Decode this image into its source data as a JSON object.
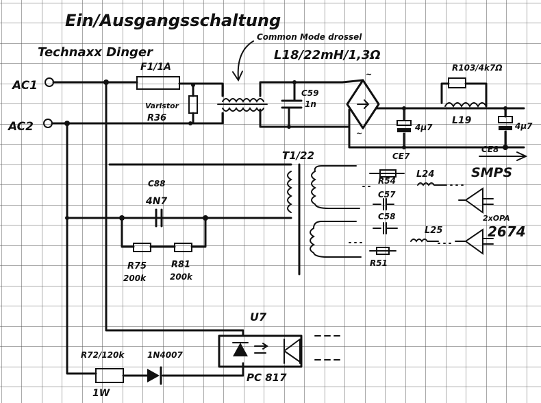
{
  "title": "Ein/Ausgangsschaltung",
  "subtitle": "Technaxx Dinger",
  "inputs": {
    "ac1": "AC1",
    "ac2": "AC2"
  },
  "fuse": "F1/1A",
  "varistor": {
    "name": "Varistor",
    "ref": "R36"
  },
  "choke": {
    "note": "Common Mode drossel",
    "spec": "L18/22mH/1,3Ω"
  },
  "c59": {
    "ref": "C59",
    "value": "1n"
  },
  "r103": "R103/4k7Ω",
  "l19": "L19",
  "ce7": {
    "ref": "CE7",
    "value": "4µ7"
  },
  "ce8": {
    "ref": "CE8",
    "value": "4µ7"
  },
  "smps": "SMPS",
  "transformer": "T1/22",
  "secondary": {
    "r54": "R54",
    "l24": "L24",
    "c57": "C57",
    "c58": "C58",
    "l25": "L25",
    "r51": "R51",
    "opamp_count": "2xOPA",
    "opamp_part": "2674"
  },
  "c88": {
    "ref": "C88",
    "value": "4N7"
  },
  "r75": {
    "ref": "R75",
    "value": "200k"
  },
  "r81": {
    "ref": "R81",
    "value": "200k"
  },
  "u7": {
    "ref": "U7",
    "part": "PC 817"
  },
  "r72": {
    "ref": "R72/120k",
    "power": "1W"
  },
  "diode": "1N4007"
}
